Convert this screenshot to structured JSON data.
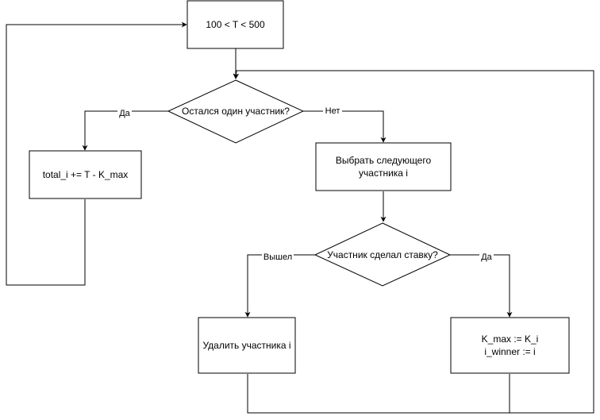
{
  "nodes": {
    "start": "100 < T < 500",
    "check_one": "Остался один участник?",
    "total": "total_i += T - K_max",
    "select": [
      "Выбрать следующего",
      "участника i"
    ],
    "bid": "Участник сделал ставку?",
    "remove": "Удалить участника i",
    "update": [
      "K_max := K_i",
      "i_winner := i"
    ]
  },
  "edges": {
    "yes_left": "Да",
    "no_right": "Нет",
    "left_out": "Вышел",
    "yes_right": "Да"
  },
  "colors": {
    "stroke": "#000000",
    "fill": "#ffffff"
  }
}
